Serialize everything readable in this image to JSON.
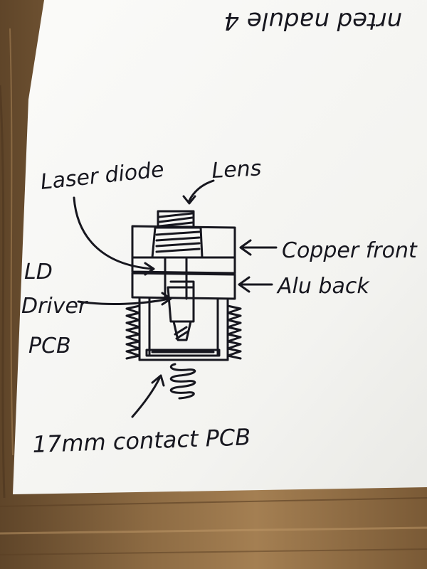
{
  "colors": {
    "paper": "#f7f7f4",
    "ink": "#17171f",
    "wood_dark": "#6e5133",
    "wood_light": "#a98558"
  },
  "top_text": "nrted nadule 4",
  "labels": {
    "lens": "Lens",
    "laser_diode": "Laser diode",
    "copper_front": "Copper front",
    "alu_back": "Alu back",
    "ld_driver_line1": "LD",
    "ld_driver_line2": "Driver",
    "ld_driver_line3": "PCB",
    "contact_pcb": "17mm contact PCB"
  }
}
